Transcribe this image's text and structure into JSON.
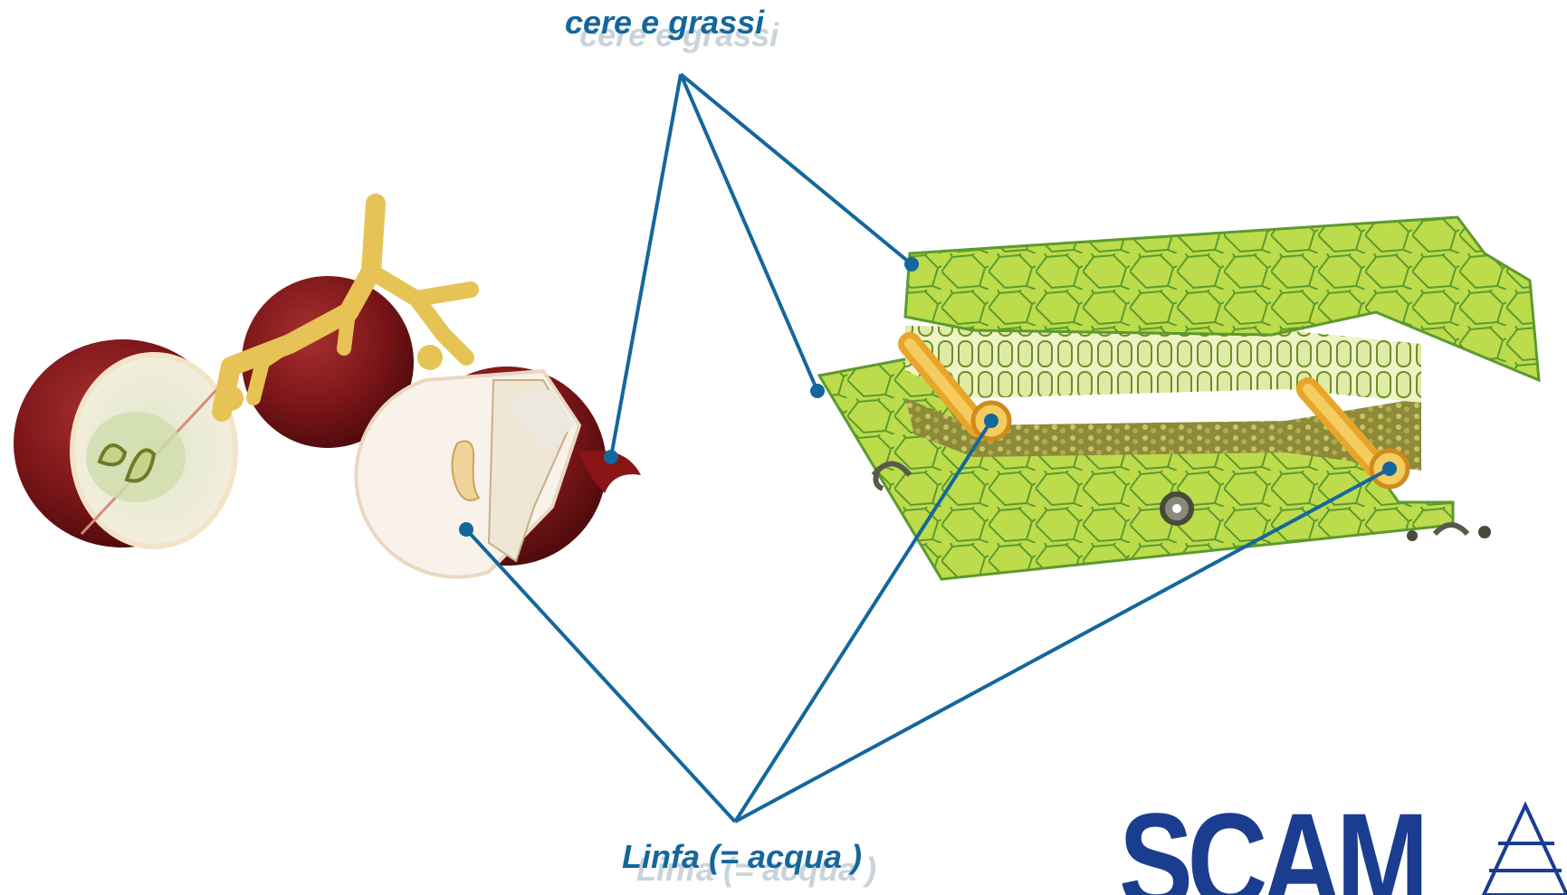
{
  "labels": {
    "top": "cere e grassi",
    "bottom": "Linfa (= acqua )"
  },
  "logo": {
    "text": "SCAM",
    "mark": "triangle-logo-icon",
    "color": "#1a3d8f"
  },
  "colors": {
    "leader": "#14679c",
    "label": "#14679c",
    "grape": "#7a1518",
    "stem": "#e6c354",
    "leaf_tissue": "#b8d84a",
    "leaf_cells": "#5f9c2f"
  }
}
